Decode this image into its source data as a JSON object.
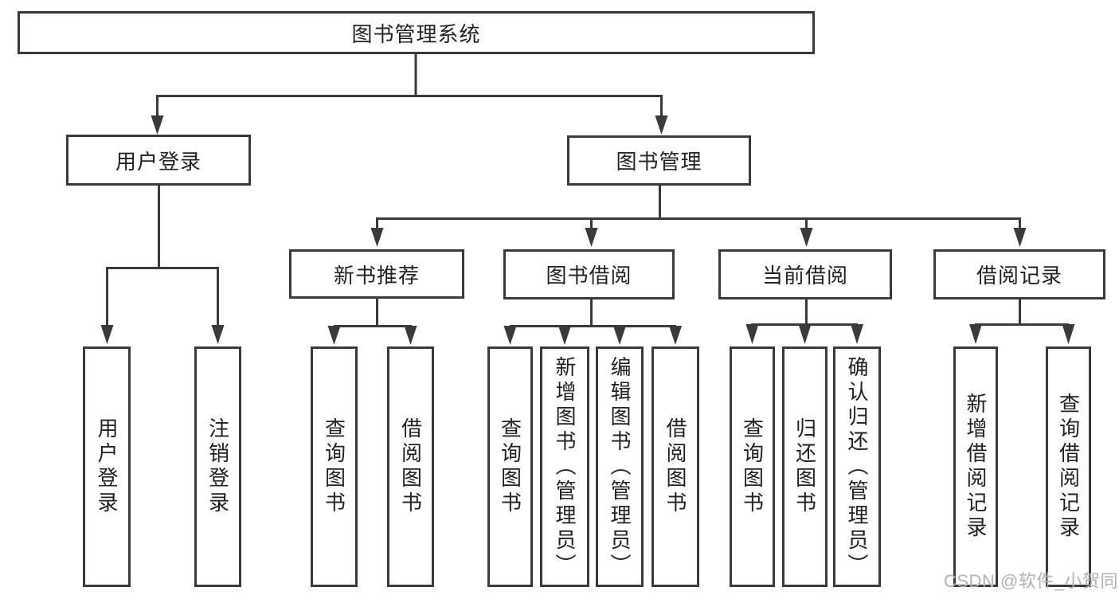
{
  "diagram_type": "hierarchy-tree",
  "tree": {
    "root": {
      "label": "图书管理系统"
    },
    "branches": [
      {
        "label": "用户登录",
        "children": [
          {
            "label": "用户登录"
          },
          {
            "label": "注销登录"
          }
        ]
      },
      {
        "label": "图书管理",
        "children": [
          {
            "label": "新书推荐",
            "children": [
              {
                "label": "查询图书"
              },
              {
                "label": "借阅图书"
              }
            ]
          },
          {
            "label": "图书借阅",
            "children": [
              {
                "label": "查询图书"
              },
              {
                "label": "新增图书（管理员）"
              },
              {
                "label": "编辑图书（管理员）"
              },
              {
                "label": "借阅图书"
              }
            ]
          },
          {
            "label": "当前借阅",
            "children": [
              {
                "label": "查询图书"
              },
              {
                "label": "归还图书"
              },
              {
                "label": "确认归还（管理员）"
              }
            ]
          },
          {
            "label": "借阅记录",
            "children": [
              {
                "label": "新增借阅记录"
              },
              {
                "label": "查询借阅记录"
              }
            ]
          }
        ]
      }
    ]
  },
  "watermark": {
    "text": "CSDN @软件_小贺同学"
  },
  "colors": {
    "background": "#ffffff",
    "line": "#3a3a3a",
    "box_border": "#3a3a3a",
    "text": "#222222",
    "watermark": "#b2b2b2"
  }
}
